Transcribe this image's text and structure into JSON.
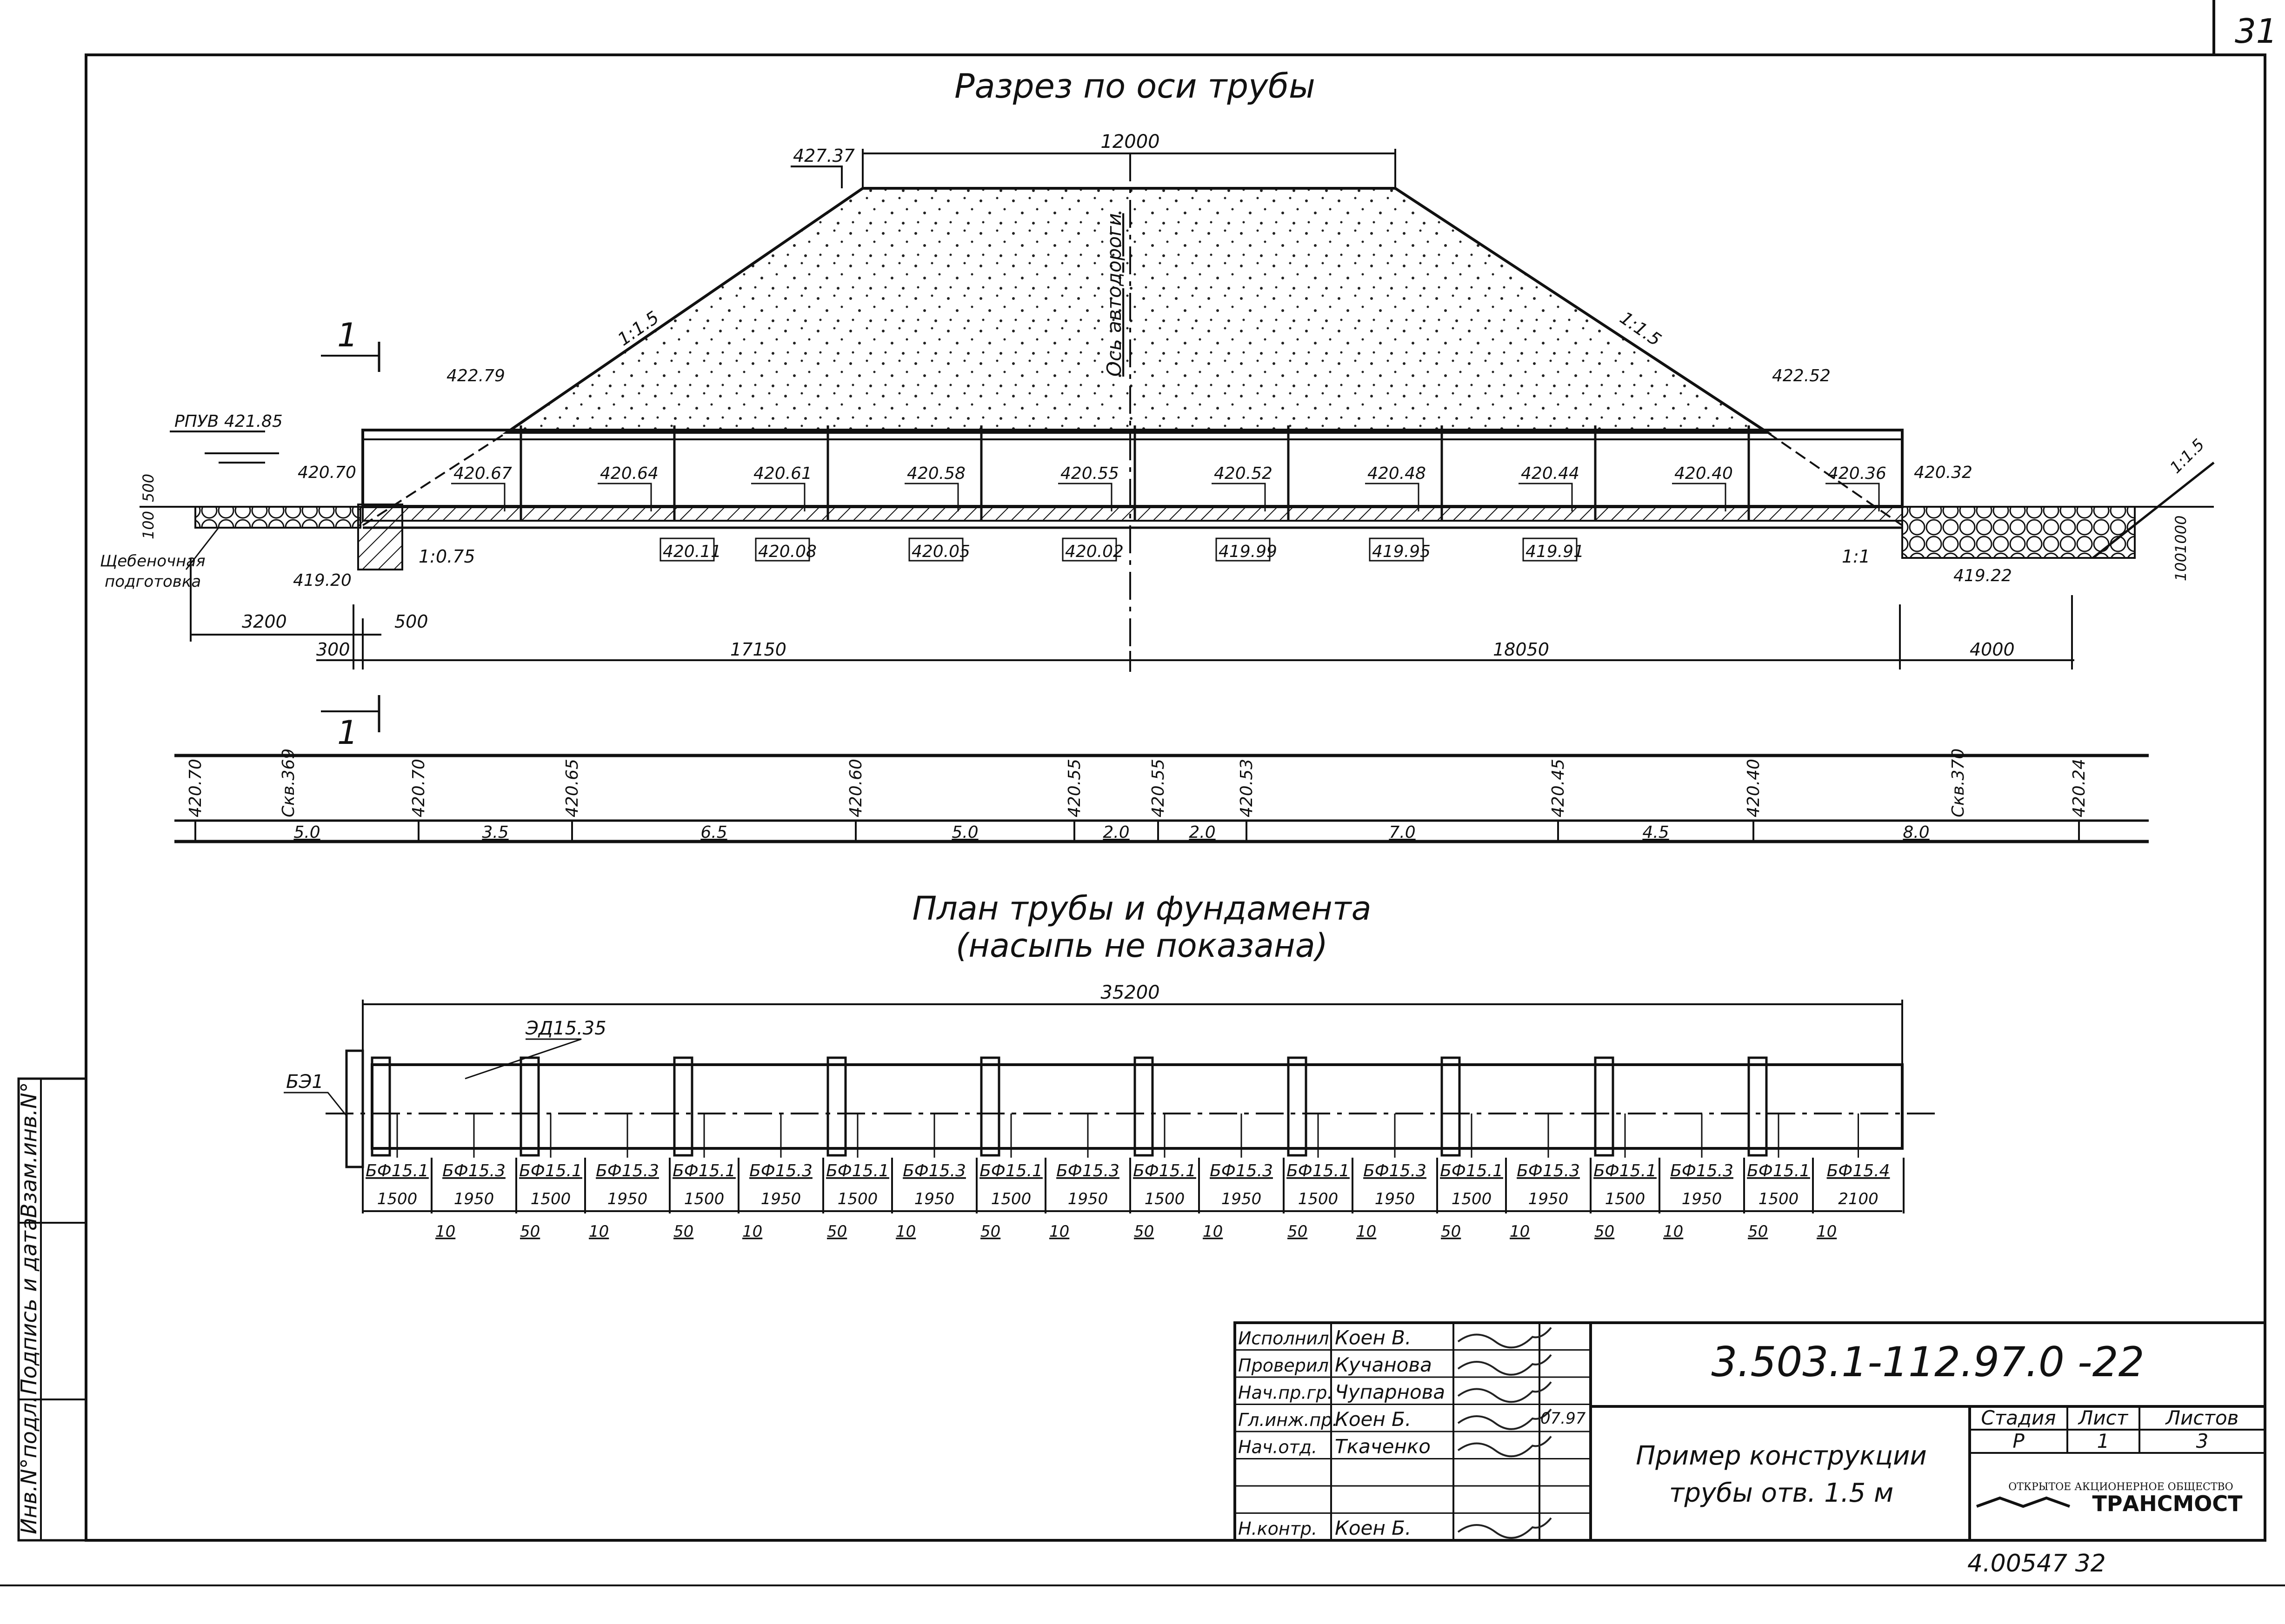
{
  "sheet": {
    "page_number": "31",
    "archive_number": "4.00547  32"
  },
  "section": {
    "title": "Разрез по оси трубы",
    "axis_label": "Ось автодороги",
    "section_mark": "1",
    "crest_width": "12000",
    "crest_elevation": "427.37",
    "slope_left": "1:1.5",
    "slope_right": "1:1.5",
    "slope_far_right": "1:1.5",
    "slope_head_left": "1:0.75",
    "slope_head_right": "1:1",
    "rpuv": "РПУВ 421.85",
    "gravel_label_1": "Щебеночная",
    "gravel_label_2": "подготовка",
    "elev_portal_left": "422.79",
    "elev_portal_right": "422.52",
    "inlet_elevation": "420.70",
    "outlet_elevation": "420.32",
    "tray_elevations": [
      "420.67",
      "420.64",
      "420.61",
      "420.58",
      "420.55",
      "420.52",
      "420.48",
      "420.44",
      "420.40",
      "420.36"
    ],
    "bottom_elevations": [
      "420.11",
      "420.08",
      "420.05",
      "420.02",
      "419.99",
      "419.95",
      "419.91"
    ],
    "found_left": "419.20",
    "found_right": "419.22",
    "dim_500_vert": "500",
    "dim_100": "100",
    "dim_1000": "1000",
    "dim_100_right": "100",
    "dims_horizontal": [
      "3200",
      "500",
      "300",
      "17150",
      "18050",
      "4000"
    ]
  },
  "profile_strip": {
    "elevations": [
      {
        "v": "420.70"
      },
      {
        "v": "Скв.369"
      },
      {
        "v": "420.70"
      },
      {
        "v": "420.65"
      },
      {
        "v": "420.60"
      },
      {
        "v": "420.55"
      },
      {
        "v": "420.55"
      },
      {
        "v": "420.53"
      },
      {
        "v": "420.45"
      },
      {
        "v": "420.40"
      },
      {
        "v": "Скв.370"
      },
      {
        "v": "420.24"
      }
    ],
    "distances": [
      "5.0",
      "3.5",
      "6.5",
      "5.0",
      "2.0",
      "2.0",
      "7.0",
      "4.5",
      "8.0"
    ]
  },
  "plan": {
    "title_line1": "План трубы и фундамента",
    "title_line2": "(насыпь не показана)",
    "total_length": "35200",
    "pipe_mark": "ЭД15.35",
    "head_mark": "БЭ1",
    "blocks": [
      "БФ15.1",
      "БФ15.3",
      "БФ15.1",
      "БФ15.3",
      "БФ15.1",
      "БФ15.3",
      "БФ15.1",
      "БФ15.3",
      "БФ15.1",
      "БФ15.3",
      "БФ15.1",
      "БФ15.3",
      "БФ15.1",
      "БФ15.3",
      "БФ15.1",
      "БФ15.3",
      "БФ15.1",
      "БФ15.3",
      "БФ15.1",
      "БФ15.4"
    ],
    "block_lengths": [
      "1500",
      "1950",
      "1500",
      "1950",
      "1500",
      "1950",
      "1500",
      "1950",
      "1500",
      "1950",
      "1500",
      "1950",
      "1500",
      "1950",
      "1500",
      "1950",
      "1500",
      "1950",
      "1500",
      "2100"
    ],
    "gaps": [
      "10",
      "50",
      "10",
      "50",
      "10",
      "50",
      "10",
      "50",
      "10",
      "50",
      "10",
      "50",
      "10",
      "50",
      "10",
      "50",
      "10",
      "50",
      "10"
    ]
  },
  "stamp": {
    "roles": [
      "Исполнил",
      "Проверил",
      "Нач.пр.гр.",
      "Гл.инж.пр.",
      "Нач.отд.",
      "",
      "",
      "Н.контр."
    ],
    "names": [
      "Коен В.",
      "Кучанова",
      "Чупарнова",
      "Коен Б.",
      "Ткаченко",
      "",
      "",
      "Коен Б."
    ],
    "date": "07.97",
    "code": "3.503.1-112.97.0 -22",
    "title_line1": "Пример конструкции",
    "title_line2": "трубы отв. 1.5 м",
    "stage_label": "Стадия",
    "sheet_label": "Лист",
    "sheets_label": "Листов",
    "stage": "Р",
    "sheet": "1",
    "sheets": "3",
    "company_line1": "ОТКРЫТОЕ АКЦИОНЕРНОЕ ОБЩЕСТВО",
    "company_line2": "ТРАНСМОСТ"
  },
  "side_stamp": {
    "inv_podl": "Инв.N°подл.",
    "podpis": "Подпись и дата",
    "vzam": "Взам.инв.N°"
  }
}
